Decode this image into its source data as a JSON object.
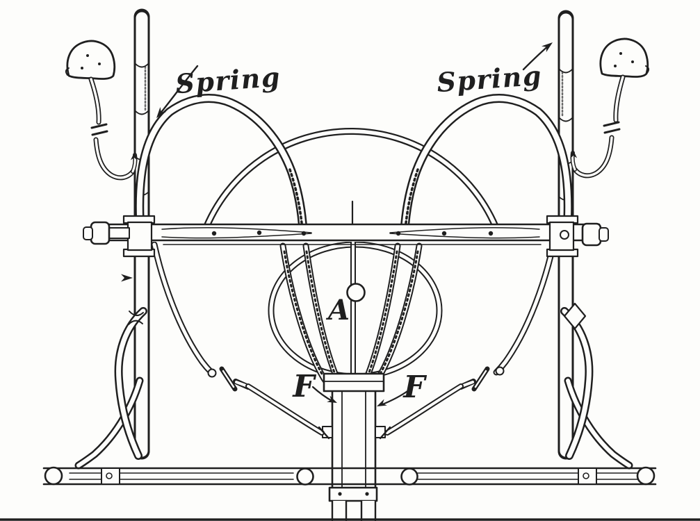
{
  "figure": {
    "colors": {
      "ink": "#1f1f1f",
      "paper": "#fdfdfb"
    },
    "labels": {
      "spring_left": "Spring",
      "spring_right": "Spring",
      "pivot_a": "A",
      "f_left": "F",
      "f_right": "F"
    }
  }
}
